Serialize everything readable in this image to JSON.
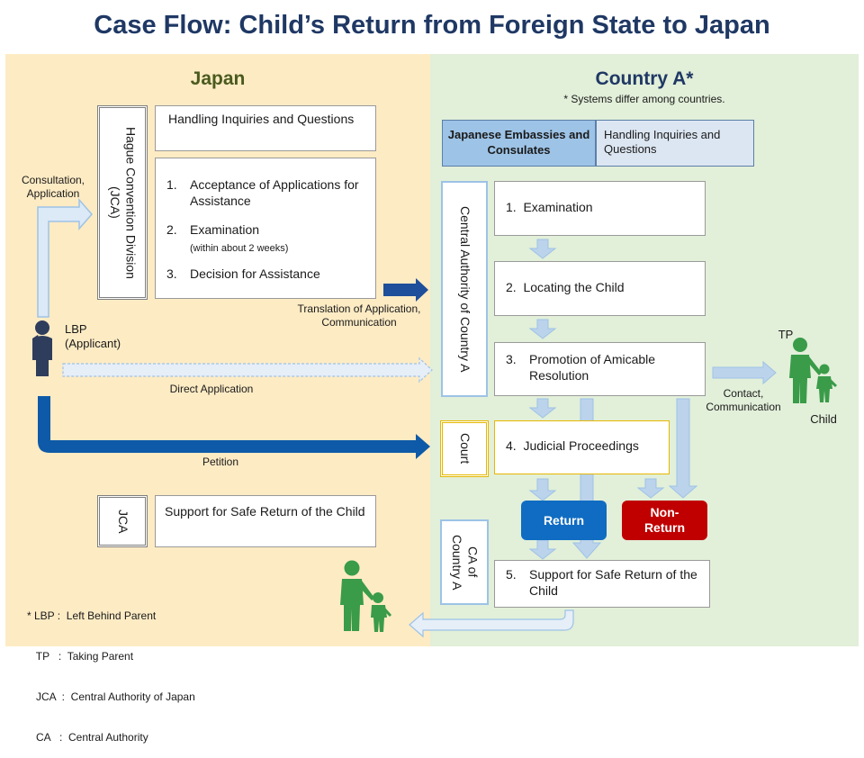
{
  "title": "Case Flow: Child’s Return from Foreign State to Japan",
  "japan": {
    "heading": "Japan",
    "division_label": "Hague Convention Division\n(JCA)",
    "inquiries_box": "Handling Inquiries and Questions",
    "steps": [
      {
        "num": "1.",
        "text": "Acceptance of Applications for Assistance"
      },
      {
        "num": "2.",
        "text": "Examination",
        "note": "(within about 2 weeks)"
      },
      {
        "num": "3.",
        "text": "Decision for Assistance"
      }
    ],
    "jca_label": "JCA",
    "support_box": "Support for Safe Return of the Child",
    "lbp_label": "LBP\n(Applicant)"
  },
  "country_a": {
    "heading": "Country A*",
    "note": "* Systems differ among countries.",
    "embassy_box": "Japanese Embassies and Consulates",
    "embassy_inquiries": "Handling Inquiries and Questions",
    "central_authority_label": "Central Authority of Country A",
    "steps": [
      {
        "num": "1.",
        "text": "Examination"
      },
      {
        "num": "2.",
        "text": "Locating the Child"
      },
      {
        "num": "3.",
        "text": "Promotion of Amicable Resolution"
      },
      {
        "num": "4.",
        "text": "Judicial Proceedings"
      },
      {
        "num": "5.",
        "text": "Support for Safe Return of the Child"
      }
    ],
    "court_label": "Court",
    "ca_label": "CA of\nCountry A",
    "return_label": "Return",
    "non_return_label": "Non-\nReturn",
    "tp_label": "TP",
    "child_label": "Child"
  },
  "arrow_labels": {
    "consultation": "Consultation,\nApplication",
    "translation": "Translation of Application,\nCommunication",
    "direct": "Direct Application",
    "petition": "Petition",
    "contact": "Contact,\nCommunication"
  },
  "legend": [
    "* LBP :  Left Behind Parent",
    "   TP   :  Taking Parent",
    "   JCA  :  Central Authority of Japan",
    "   CA   :  Central Authority"
  ],
  "colors": {
    "title": "#1f3864",
    "japan_bg": "#fdebc4",
    "country_bg": "#e2efd9",
    "light_arrow": "#d9e6f4",
    "dark_arrow": "#0e5aa8",
    "return": "#0f6cc2",
    "non_return": "#c00000",
    "people_green": "#3a9b49",
    "lbp_navy": "#2f3d5c"
  },
  "icons": [
    "person-lbp-icon",
    "parent-child-icon"
  ]
}
